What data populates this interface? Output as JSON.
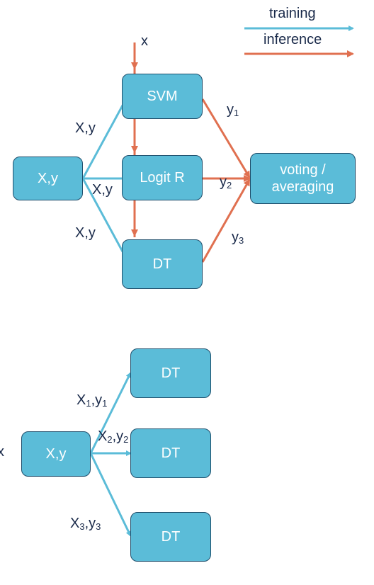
{
  "legend": {
    "training_label": "training",
    "inference_label": "inference",
    "training_color": "#5bbcd8",
    "inference_color": "#e07050"
  },
  "ensemble": {
    "input_box": "X,y",
    "models": [
      "SVM",
      "Logit R",
      "DT"
    ],
    "aggregator": "voting / averaging",
    "edge_labels": [
      "X,y",
      "X,y",
      "X,y"
    ],
    "inference_input": "x",
    "outputs": [
      {
        "base": "y",
        "sub": "1"
      },
      {
        "base": "y",
        "sub": "2"
      },
      {
        "base": "y",
        "sub": "3"
      }
    ]
  },
  "bagging": {
    "input_box": "X,y",
    "models": [
      "DT",
      "DT",
      "DT"
    ],
    "samples": [
      {
        "x": "X",
        "xs": "1",
        "y": "y",
        "ys": "1"
      },
      {
        "x": "X",
        "xs": "2",
        "y": "y",
        "ys": "2"
      },
      {
        "x": "X",
        "xs": "3",
        "y": "y",
        "ys": "3"
      }
    ],
    "edge_mark": "x"
  },
  "colors": {
    "box_fill": "#5bbcd8",
    "box_border": "#1f4e6b",
    "training_arrow": "#5bbcd8",
    "inference_arrow": "#e07050"
  }
}
